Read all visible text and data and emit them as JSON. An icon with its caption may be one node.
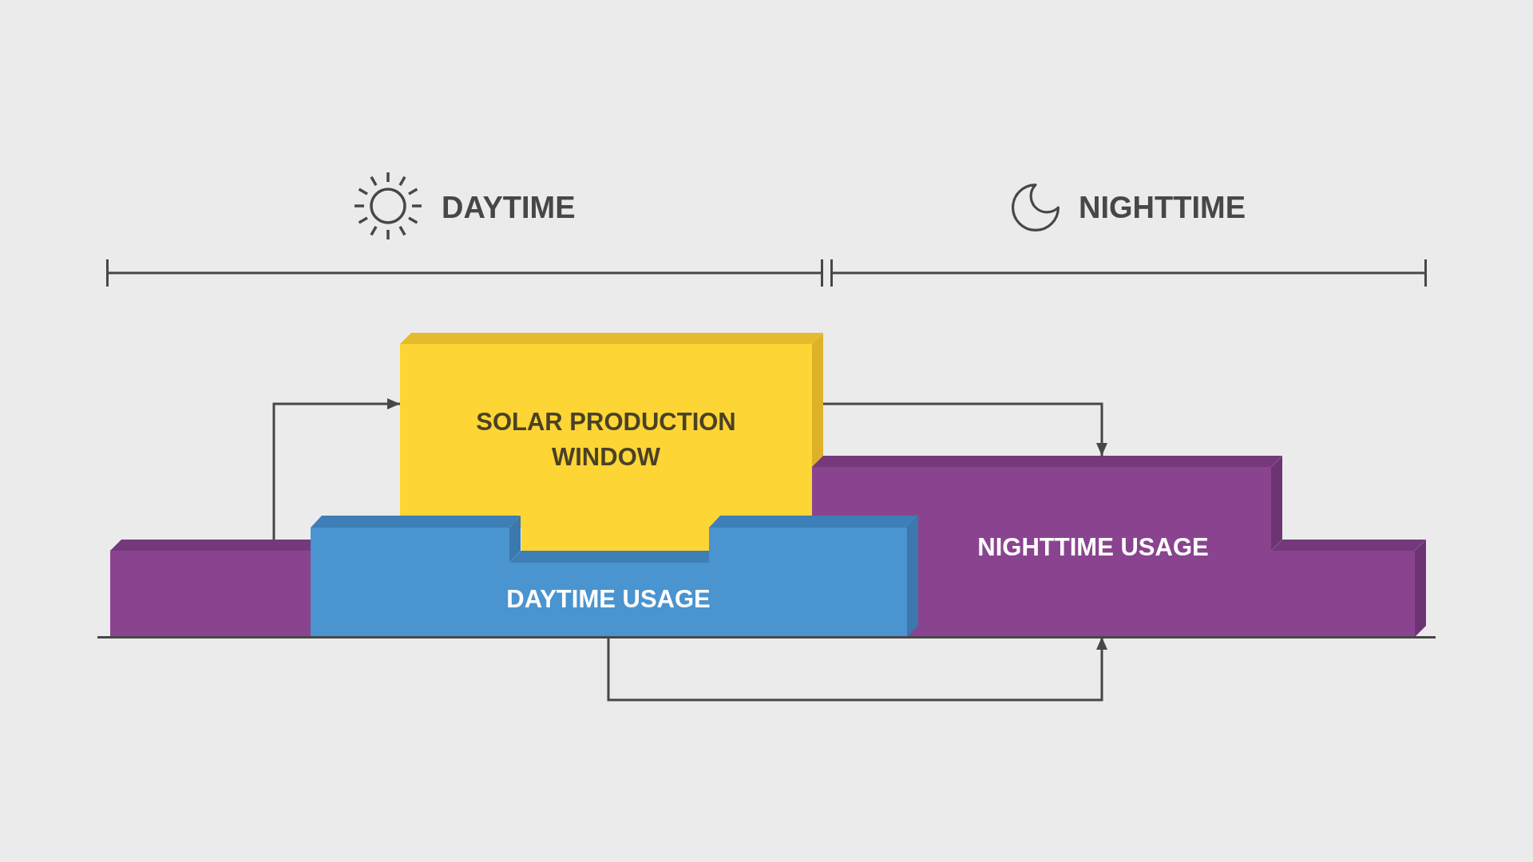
{
  "diagram": {
    "nodes": [
      {
        "text": [
          "SOLAR PRODUCTION WINDOW"
        ]
      },
      {
        "text": [
          "DAYTIME USAGE"
        ]
      },
      {
        "text": [
          "NIGHTTIME USAGE"
        ]
      },
      {
        "text": [],
        "shape": "bar"
      }
    ],
    "edges": [
      {
        "from": 3,
        "to": 0,
        "arrow": "to"
      },
      {
        "from": 0,
        "to": 2,
        "arrow": "to"
      },
      {
        "from": 1,
        "to": 2,
        "arrow": "to"
      }
    ],
    "labels": [
      "DAYTIME",
      "NIGHTTIME"
    ]
  }
}
